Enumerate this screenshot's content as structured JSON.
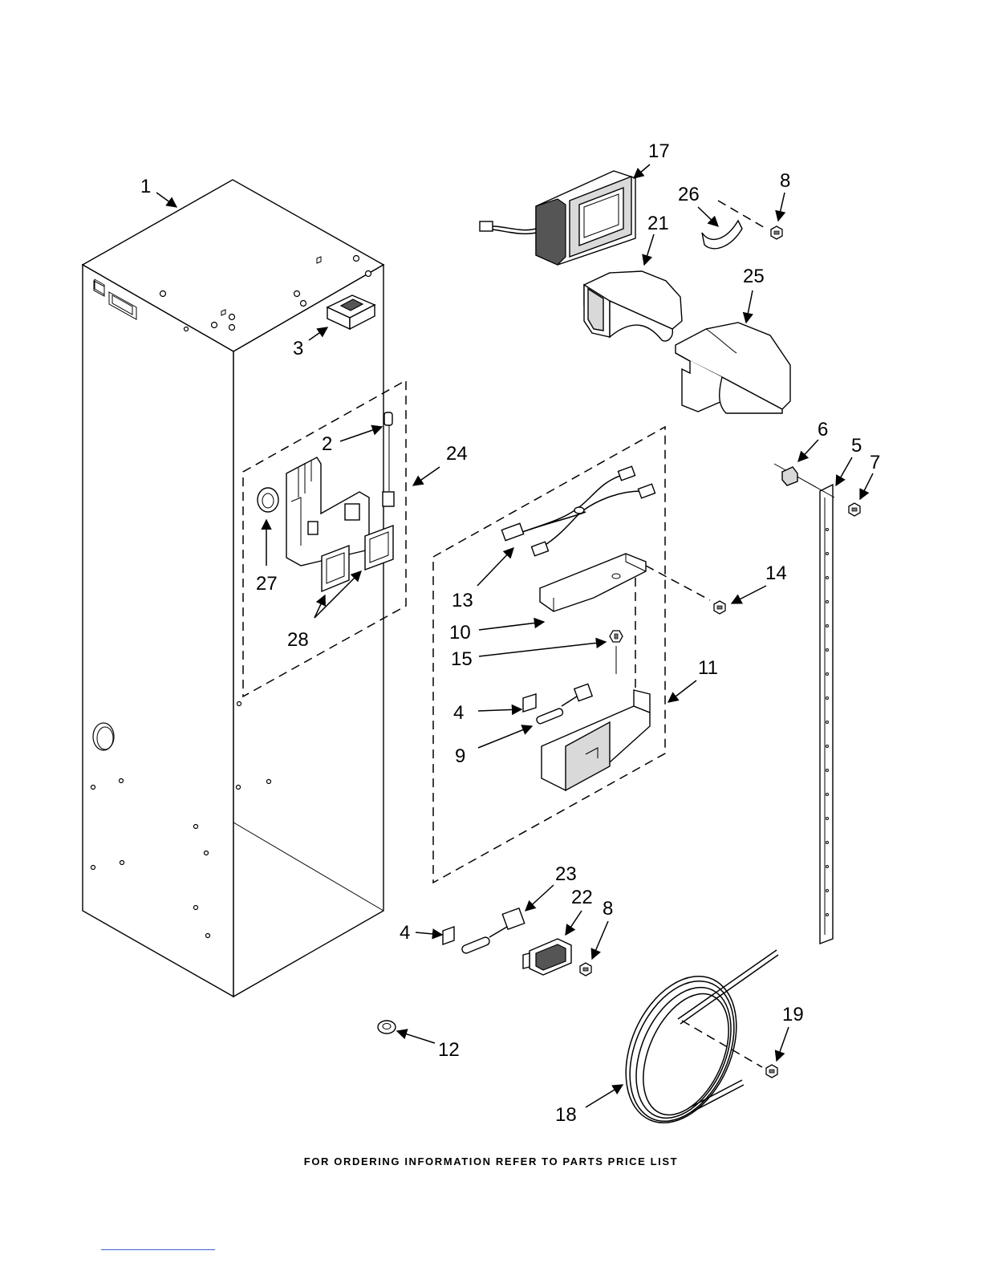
{
  "callouts": [
    "1",
    "2",
    "3",
    "4",
    "5",
    "6",
    "7",
    "8",
    "9",
    "10",
    "11",
    "12",
    "13",
    "14",
    "15",
    "17",
    "18",
    "19",
    "21",
    "22",
    "23",
    "24",
    "25",
    "26",
    "27",
    "28",
    "4",
    "8"
  ],
  "footer_text": "FOR ORDERING INFORMATION REFER TO PARTS PRICE LIST",
  "icons": {
    "cabinet": "cabinet-liner-drawing",
    "control": "control-housing-drawing",
    "harness": "wire-harness-drawing",
    "tubing": "coiled-tubing-drawing",
    "screw": "screw-drawing"
  }
}
